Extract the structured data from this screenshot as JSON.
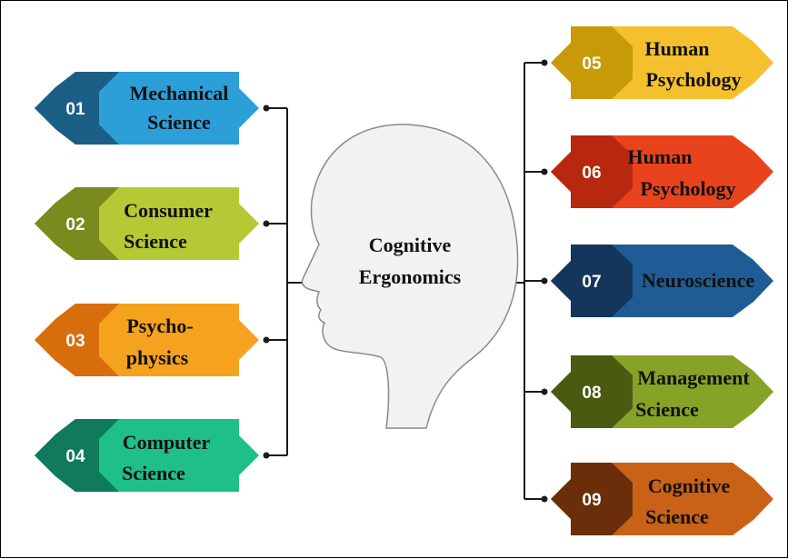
{
  "center": {
    "line1": "Cognitive",
    "line2": "Ergonomics"
  },
  "items": [
    {
      "num": "01",
      "lines": [
        "Mechanical",
        "Science"
      ],
      "dark": "#1b5f86",
      "light": "#2d9fd8"
    },
    {
      "num": "02",
      "lines": [
        "Consumer",
        "Science"
      ],
      "dark": "#7a8a1c",
      "light": "#b5c934"
    },
    {
      "num": "03",
      "lines": [
        "Psycho-",
        "physics"
      ],
      "dark": "#d86d0c",
      "light": "#f5a21e"
    },
    {
      "num": "04",
      "lines": [
        "Computer",
        "Science"
      ],
      "dark": "#0f7a5c",
      "light": "#1fbf8a"
    },
    {
      "num": "05",
      "lines": [
        "Human",
        "Psychology"
      ],
      "dark": "#c99a08",
      "light": "#f4c02d"
    },
    {
      "num": "06",
      "lines": [
        "Human",
        "Psychology"
      ],
      "dark": "#b8280e",
      "light": "#e8431d"
    },
    {
      "num": "07",
      "lines": [
        "Neuroscience"
      ],
      "dark": "#14365a",
      "light": "#1f5c95"
    },
    {
      "num": "08",
      "lines": [
        "Management",
        "Science"
      ],
      "dark": "#4a5a10",
      "light": "#86a227"
    },
    {
      "num": "09",
      "lines": [
        "Cognitive",
        "Science"
      ],
      "dark": "#6a2f0a",
      "light": "#c96217"
    }
  ]
}
